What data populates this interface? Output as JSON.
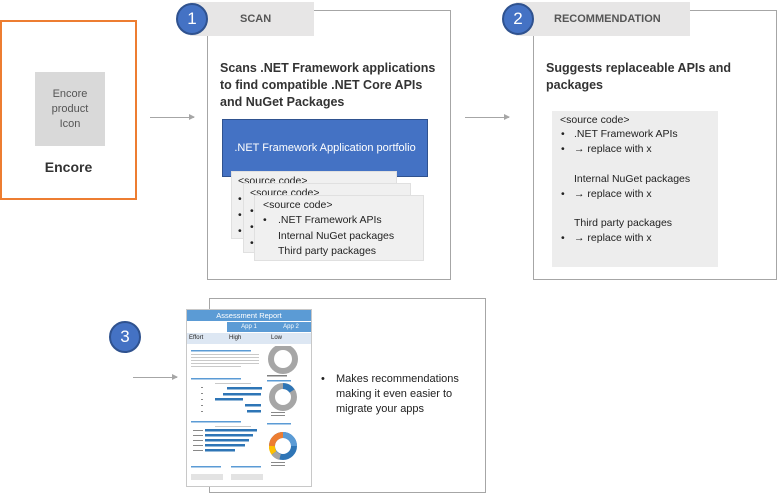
{
  "encore": {
    "icon_label": "Encore\nproduct\nIcon",
    "name": "Encore"
  },
  "steps": [
    {
      "number": "1",
      "tab": "SCAN",
      "title": "Scans .NET Framework applications to find compatible .NET Core APIs and NuGet Packages",
      "title_lines": [
        "Scans .NET Framework applications",
        "to find compatible .NET Core APIs",
        "and NuGet Packages"
      ],
      "portfolio": ".NET Framework Application portfolio",
      "source_header": "<source code>",
      "items": [
        ".NET Framework APIs",
        "Internal NuGet packages",
        "Third party packages"
      ]
    },
    {
      "number": "2",
      "tab": "RECOMMENDATION",
      "title_lines": [
        "Suggests replaceable APIs and",
        "packages"
      ],
      "source_header": "<source code>",
      "groups": [
        {
          "title": ".NET Framework APIs",
          "replace": "→ replace with x"
        },
        {
          "title": "Internal NuGet packages",
          "replace": "→ replace with x"
        },
        {
          "title": "Third party packages",
          "replace": "→ replace with x"
        }
      ]
    },
    {
      "number": "3",
      "report": {
        "title": "Assessment Report",
        "col1": "App 1",
        "col2": "App 2",
        "row_label": "Effort",
        "row_v1": "High",
        "row_v2": "Low"
      },
      "note_lines": [
        "Makes recommendations",
        "making it even easier to",
        "migrate your apps"
      ]
    }
  ],
  "colors": {
    "accent_blue": "#4472c4",
    "encore_border": "#ed7d31",
    "tab_gray": "#e7e6e6"
  }
}
